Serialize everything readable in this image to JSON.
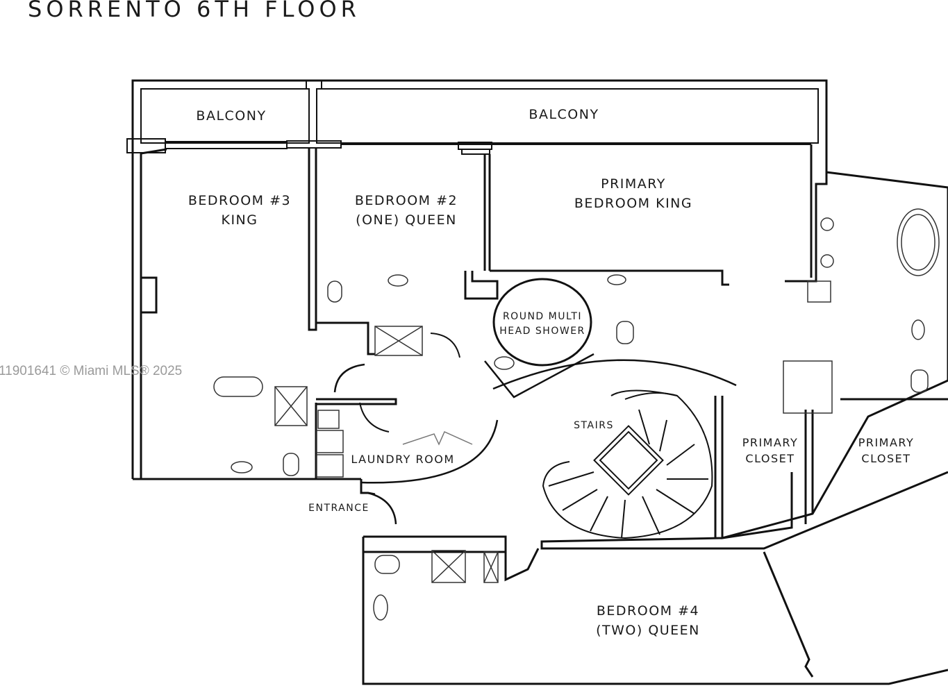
{
  "title": "SORRENTO 6TH FLOOR",
  "watermark": "11901641 © Miami MLS® 2025",
  "rooms": {
    "balcony_left": "BALCONY",
    "balcony_main": "BALCONY",
    "bedroom3_line1": "BEDROOM #3",
    "bedroom3_line2": "KING",
    "bedroom2_line1": "BEDROOM #2",
    "bedroom2_line2": "(ONE) QUEEN",
    "primary_bedroom_line1": "PRIMARY",
    "primary_bedroom_line2": "BEDROOM KING",
    "shower_line1": "ROUND MULTI",
    "shower_line2": "HEAD SHOWER",
    "stairs": "STAIRS",
    "laundry": "LAUNDRY ROOM",
    "entrance": "ENTRANCE",
    "closet1_line1": "PRIMARY",
    "closet1_line2": "CLOSET",
    "closet2_line1": "PRIMARY",
    "closet2_line2": "CLOSET",
    "bedroom4_line1": "BEDROOM #4",
    "bedroom4_line2": "(TWO) QUEEN"
  },
  "colors": {
    "wall": "#111111",
    "fixture": "#888888",
    "watermark": "#9a9a9a"
  }
}
